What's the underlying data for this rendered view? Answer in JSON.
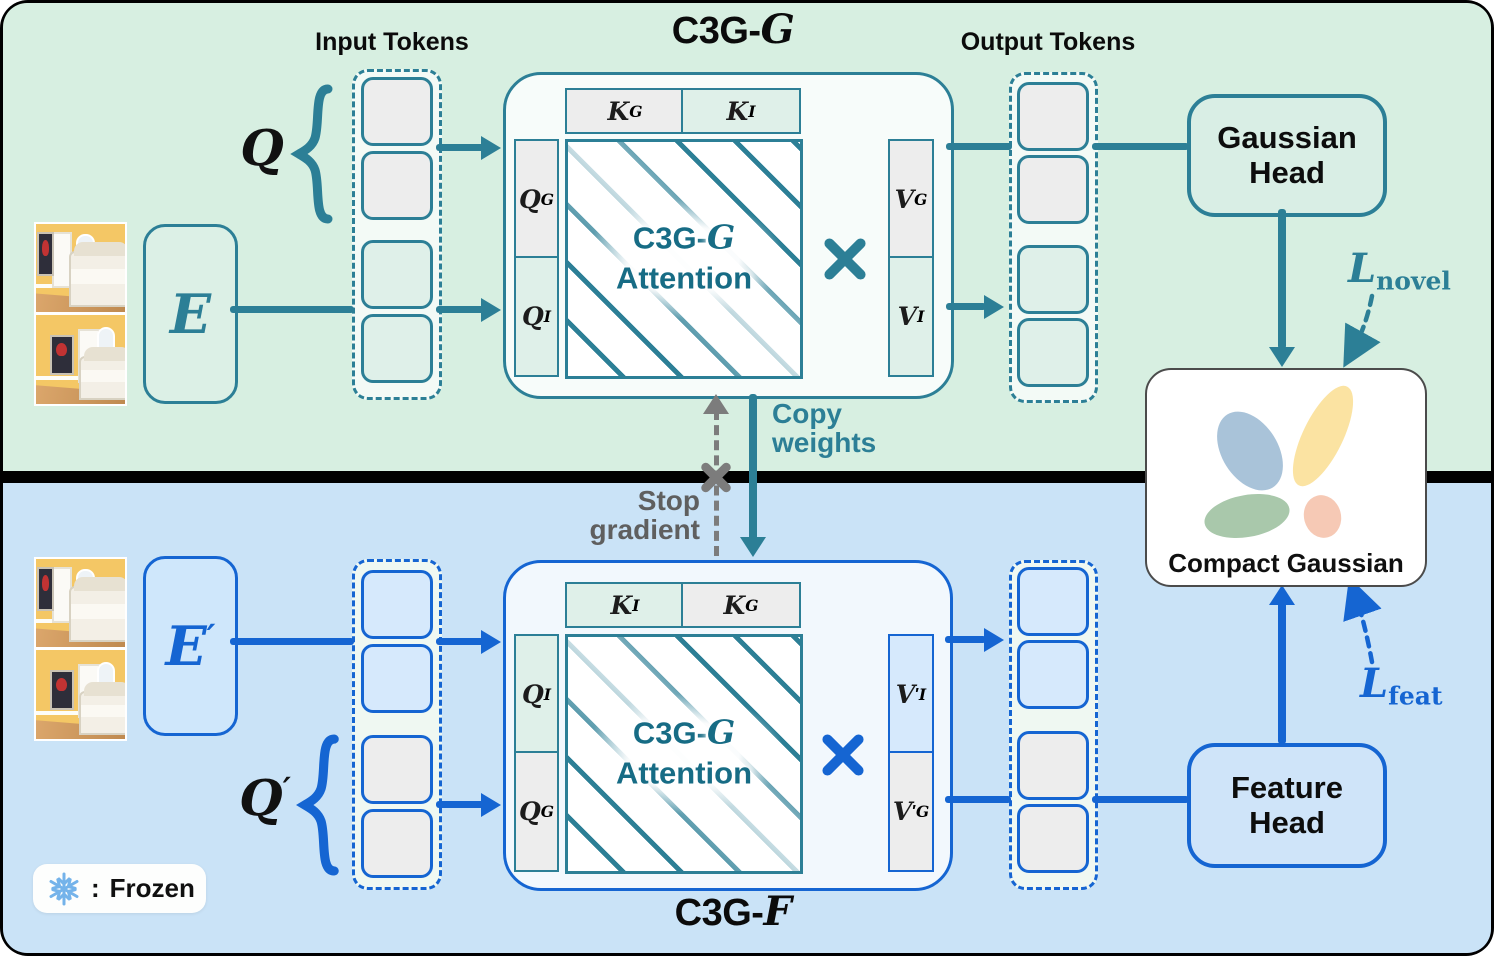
{
  "colors": {
    "teal_accent": "#2c7f96",
    "teal_text": "#176c85",
    "blue_accent": "#1565d2",
    "panel_top_bg": "#d7efe1",
    "panel_bottom_bg": "#cae3f7",
    "divider": "#000000",
    "cell_gray": "#ededed",
    "cell_mint": "#dff0e9",
    "cell_blue": "#d6e9fc",
    "gaussian_head_fill": "#d9eee5",
    "feature_head_fill": "#cfe4f9",
    "stop_gradient_gray": "#7c7c7c",
    "snowflake_blue": "#74b3ea",
    "ellipse_blue": "#a9c3d9",
    "ellipse_yellow": "#fbe3a2",
    "ellipse_green": "#a9c8ab",
    "ellipse_salmon": "#f6c9b5"
  },
  "top": {
    "title": {
      "prefix": "C3G-",
      "script_letter": "G"
    },
    "input_tokens_label": "Input Tokens",
    "output_tokens_label": "Output Tokens",
    "query": {
      "symbol": "Q"
    },
    "encoder": {
      "symbol": "E"
    },
    "attention_block": {
      "k_header": [
        {
          "base": "K",
          "sub": "G"
        },
        {
          "base": "K",
          "sub": "I"
        }
      ],
      "q_column": [
        {
          "base": "Q",
          "sub": "G"
        },
        {
          "base": "Q",
          "sub": "I"
        }
      ],
      "center_label": {
        "prefix": "C3G-",
        "script_letter": "G",
        "line2": "Attention"
      },
      "multiply": "×",
      "v_column": [
        {
          "base": "V",
          "sub": "G"
        },
        {
          "base": "V",
          "sub": "I"
        }
      ]
    },
    "gaussian_head": {
      "line1": "Gaussian",
      "line2": "Head"
    },
    "loss_novel": {
      "symbol": "L",
      "subscript": "novel"
    }
  },
  "middle": {
    "copy_weights": {
      "line1": "Copy",
      "line2": "weights"
    },
    "stop_gradient": {
      "line1": "Stop",
      "line2": "gradient"
    }
  },
  "bottom": {
    "title": {
      "prefix": "C3G-",
      "script_letter": "F"
    },
    "query": {
      "symbol": "Q",
      "prime": "′"
    },
    "encoder": {
      "symbol": "E",
      "prime": "′"
    },
    "attention_block": {
      "k_header": [
        {
          "base": "K",
          "sub": "I"
        },
        {
          "base": "K",
          "sub": "G"
        }
      ],
      "q_column": [
        {
          "base": "Q",
          "sub": "I"
        },
        {
          "base": "Q",
          "sub": "G"
        }
      ],
      "center_label": {
        "prefix": "C3G-",
        "script_letter": "G",
        "line2": "Attention"
      },
      "multiply": "×",
      "v_column": [
        {
          "base": "V",
          "prime": "′",
          "sub": "I"
        },
        {
          "base": "V",
          "prime": "′",
          "sub": "G"
        }
      ]
    },
    "feature_head": {
      "line1": "Feature",
      "line2": "Head"
    },
    "loss_feat": {
      "symbol": "L",
      "subscript": "feat"
    }
  },
  "compact_gaussian": {
    "label": "Compact Gaussian"
  },
  "legend": {
    "icon": "snowflake",
    "separator": ":",
    "label": "Frozen"
  }
}
